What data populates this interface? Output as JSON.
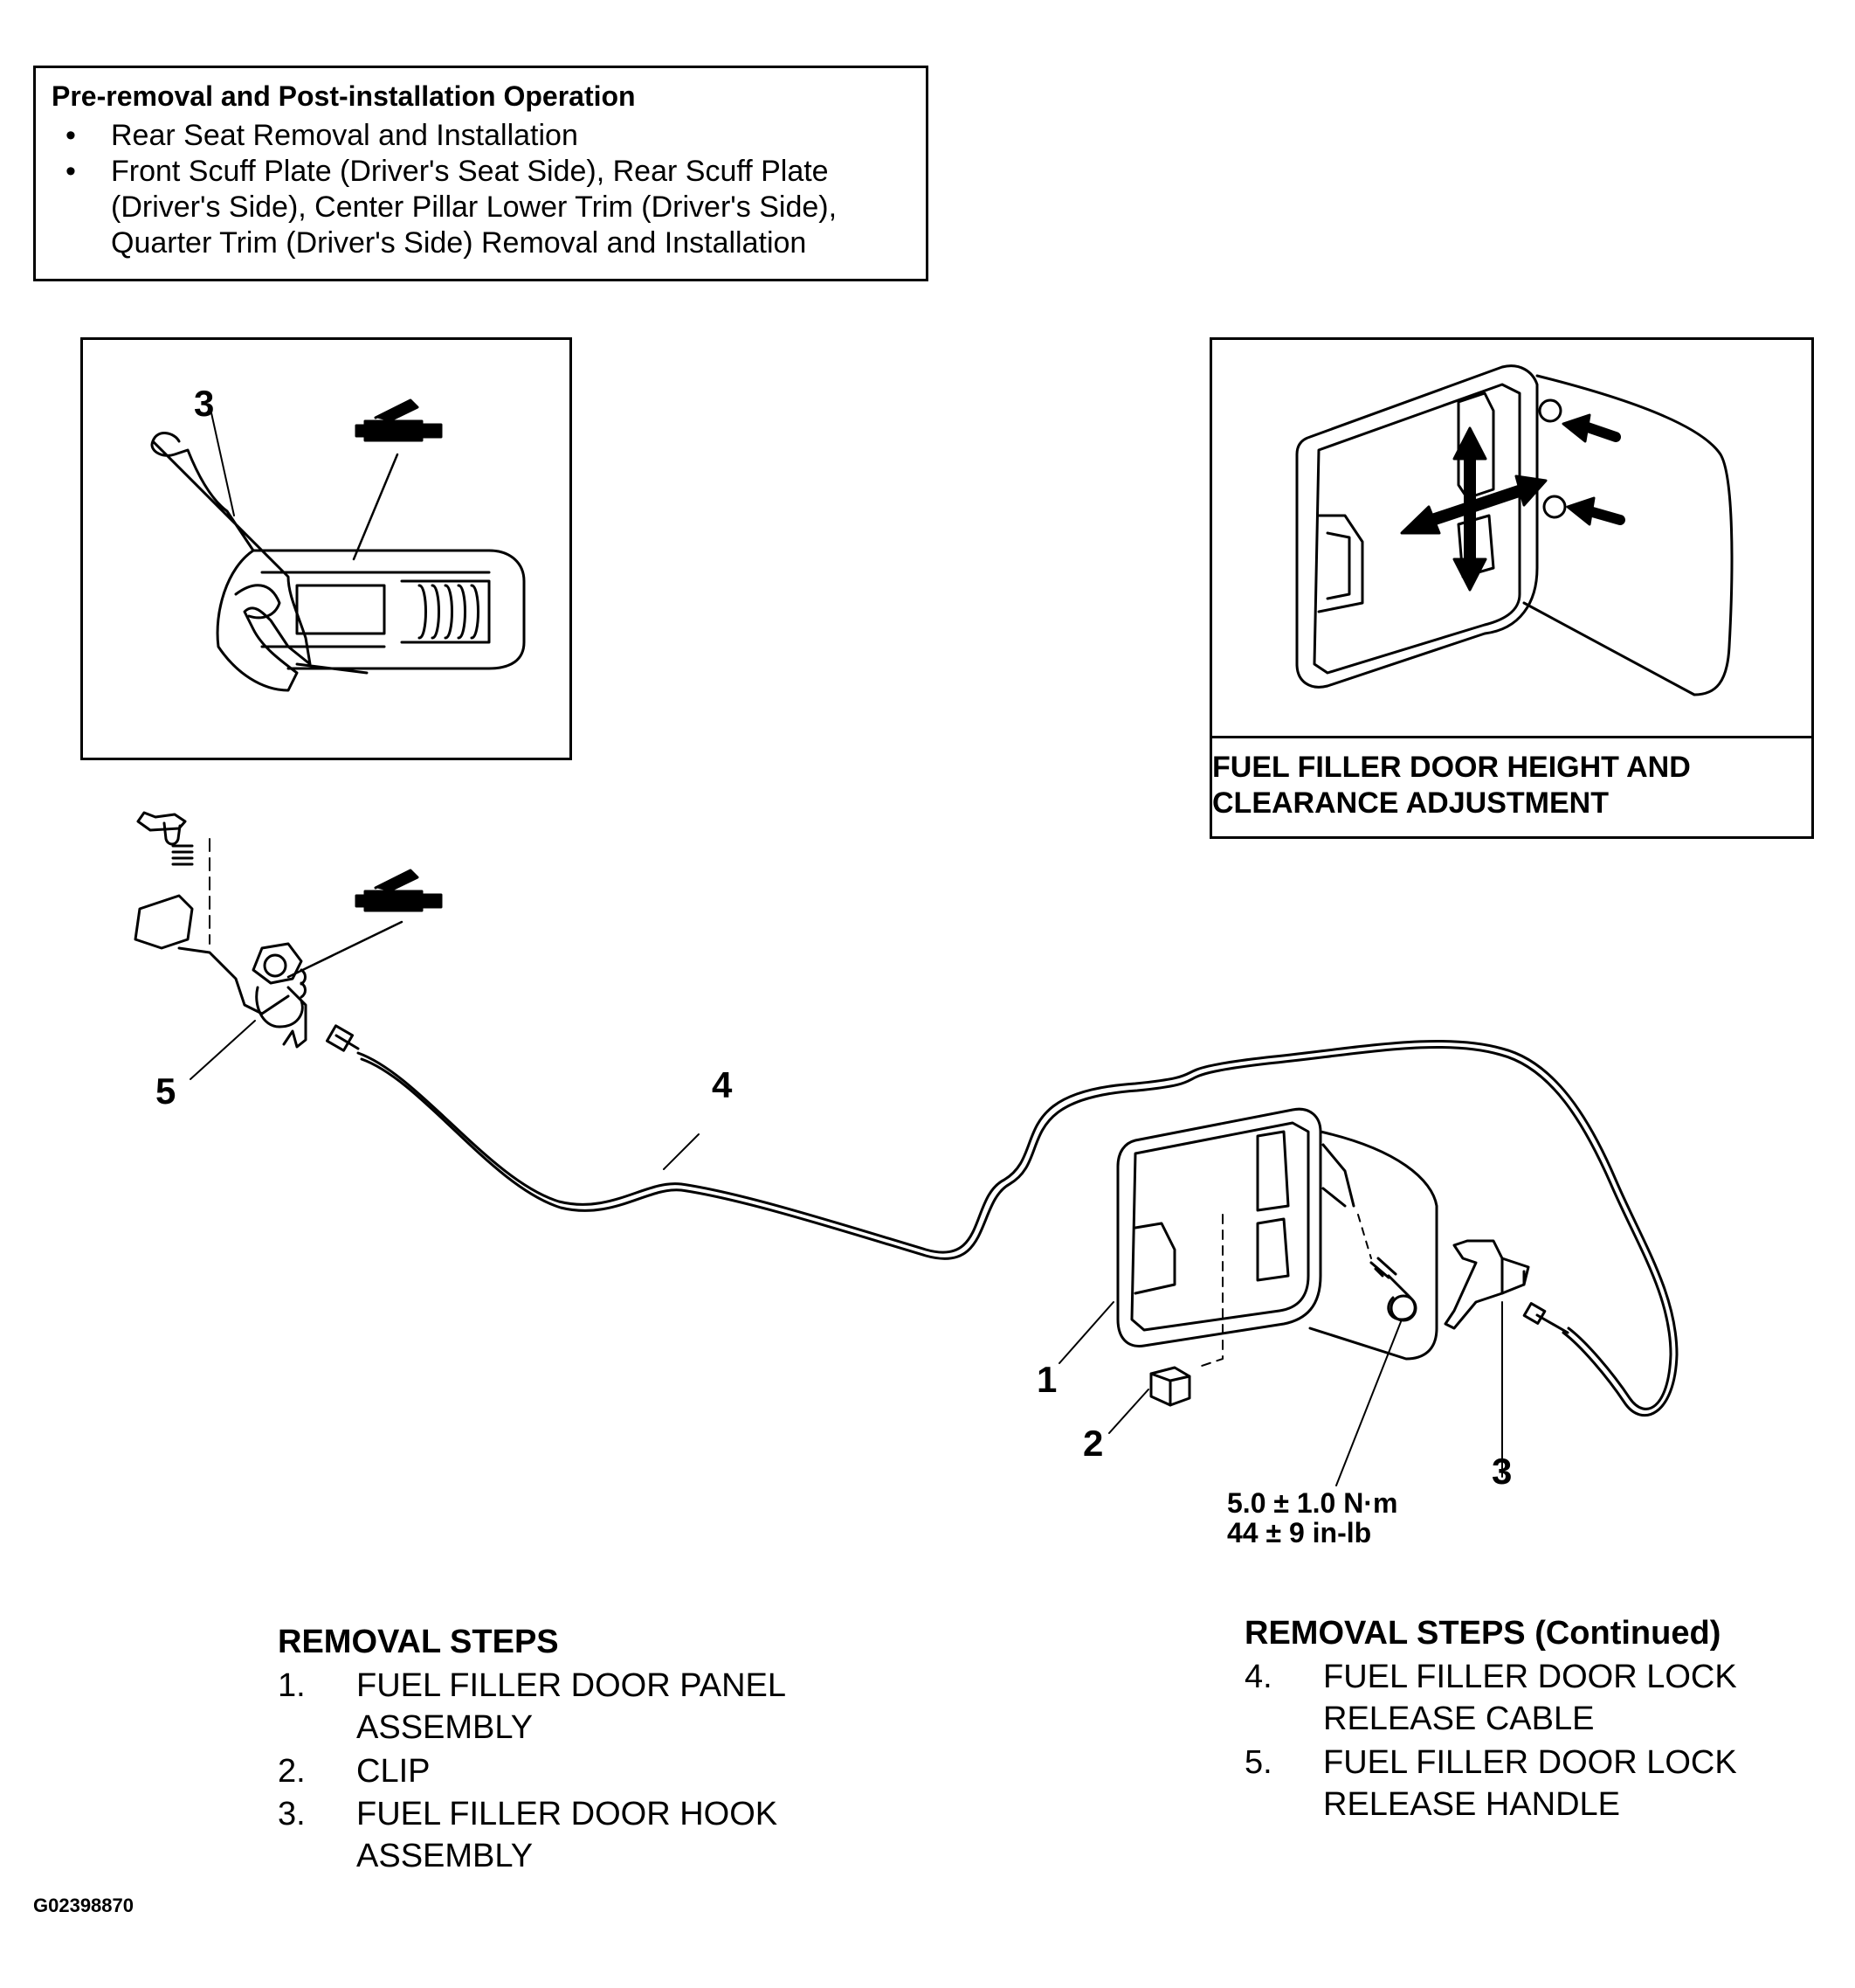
{
  "pre_removal": {
    "title": "Pre-removal and Post-installation Operation",
    "items": [
      "Rear Seat Removal and Installation",
      "Front Scuff Plate (Driver's Seat Side), Rear Scuff Plate (Driver's Side), Center Pillar Lower Trim (Driver's Side), Quarter Trim (Driver's Side) Removal and Installation"
    ]
  },
  "detail_inset": {
    "callout": "3",
    "icon": "grease-gun-icon"
  },
  "adjustment_inset": {
    "caption": "FUEL FILLER DOOR HEIGHT AND CLEARANCE ADJUSTMENT"
  },
  "callouts": {
    "c1": "1",
    "c2": "2",
    "c3": "3",
    "c4": "4",
    "c5": "5"
  },
  "torque": {
    "metric": "5.0 ± 1.0 N·m",
    "imperial": "44 ± 9 in-lb"
  },
  "removal_steps": {
    "title": "REMOVAL STEPS",
    "items": [
      {
        "num": "1.",
        "text": "FUEL FILLER DOOR PANEL ASSEMBLY"
      },
      {
        "num": "2.",
        "text": "CLIP"
      },
      {
        "num": "3.",
        "text": "FUEL FILLER DOOR HOOK ASSEMBLY"
      }
    ]
  },
  "removal_steps_continued": {
    "title": "REMOVAL STEPS (Continued)",
    "items": [
      {
        "num": "4.",
        "text": "FUEL FILLER DOOR LOCK RELEASE CABLE"
      },
      {
        "num": "5.",
        "text": "FUEL FILLER DOOR LOCK RELEASE HANDLE"
      }
    ]
  },
  "figure_id": "G02398870"
}
